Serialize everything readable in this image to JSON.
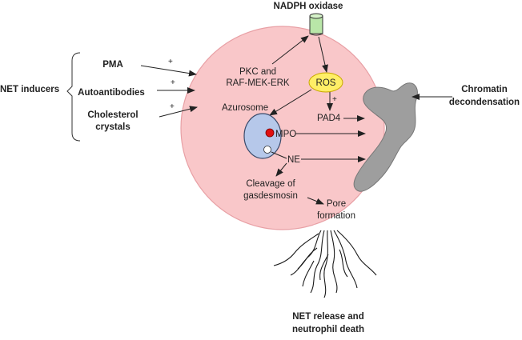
{
  "labels": {
    "nadph_oxidase": "NADPH oxidase",
    "net_inducers": "NET inducers",
    "pma": "PMA",
    "autoantibodies": "Autoantibodies",
    "cholesterol_line1": "Cholesterol",
    "cholesterol_line2": "crystals",
    "plus": "+",
    "pkc_line1": "PKC and",
    "pkc_line2": "RAF-MEK-ERK",
    "ros": "ROS",
    "azurosome": "Azurosome",
    "mpo": "MPO",
    "pad4": "PAD4",
    "ne": "NE",
    "cleavage_line1": "Cleavage of",
    "cleavage_line2": "gasdesmosin",
    "pore_line1": "Pore",
    "pore_line2": "formation",
    "chromatin_line1": "Chromatin",
    "chromatin_line2": "decondensation",
    "net_release_line1": "NET release and",
    "net_release_line2": "neutrophil death"
  },
  "colors": {
    "cell_fill": "#f9c7c9",
    "cell_stroke": "#e8a0a5",
    "ros_fill": "#ffee66",
    "ros_stroke": "#c8a800",
    "azurosome_fill": "#b6c8ea",
    "azurosome_stroke": "#3a4a6a",
    "mpo_fill": "#e01010",
    "nucleus_fill": "#9e9e9e",
    "channel_fill": "#b9e6a8",
    "arrow": "#222222"
  },
  "icons": {
    "nadph_channel": "cylinder-channel-icon",
    "nucleus": "chromatin-blob-icon",
    "net_fibers": "net-fibers-icon"
  }
}
